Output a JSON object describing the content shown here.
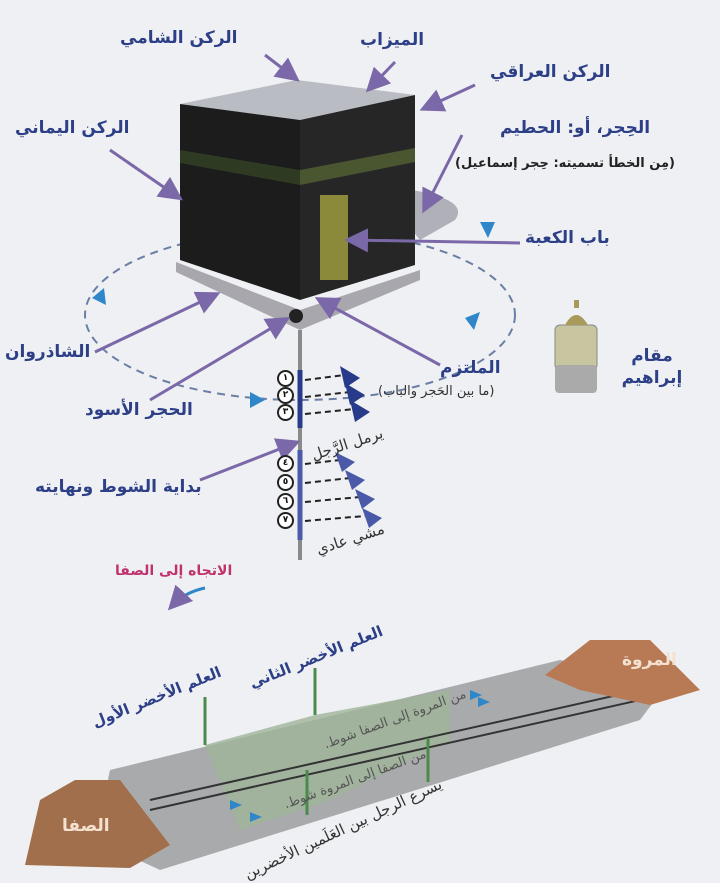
{
  "kaaba": {
    "rukn_shami": "الركن الشامي",
    "mizab": "الميزاب",
    "rukn_iraqi": "الركن العراقي",
    "rukn_yamani": "الركن اليماني",
    "hijr": "الحِجر، أو: الحطيم",
    "hijr_note": "(مِن الخطأ تسميته: حِجر إسماعيل)",
    "door": "باب الكعبة",
    "shadharwan": "الشاذروان",
    "multazam": "الملتزم",
    "multazam_note": "(ما بين الحَجر والباب)",
    "maqam": "مقام إبراهيم",
    "black_stone": "الحجر الأسود",
    "ramal": "يرمل الرَّجل",
    "start_end": "بداية الشوط ونهايته",
    "normal_walk": "مشي عادي",
    "rounds": [
      "١",
      "٢",
      "٣",
      "٤",
      "٥",
      "٦",
      "٧"
    ]
  },
  "sai": {
    "direction": "الاتجاه إلى الصفا",
    "second_green": "العلم الأخضر الثاني",
    "first_green": "العلم الأخضر الأول",
    "marwa": "المروة",
    "safa": "الصفا",
    "marwa_to_safa": "من المروة إلى الصفا شوط.",
    "safa_to_marwa": "من الصفا إلى المروة شوط.",
    "hurry": "يسرع الرجل بين العَلَمين الأخضرين"
  },
  "colors": {
    "label": "#2d3f86",
    "arrow": "#7b68a8",
    "tri": "#2f86c8",
    "pink": "#c0326e"
  }
}
